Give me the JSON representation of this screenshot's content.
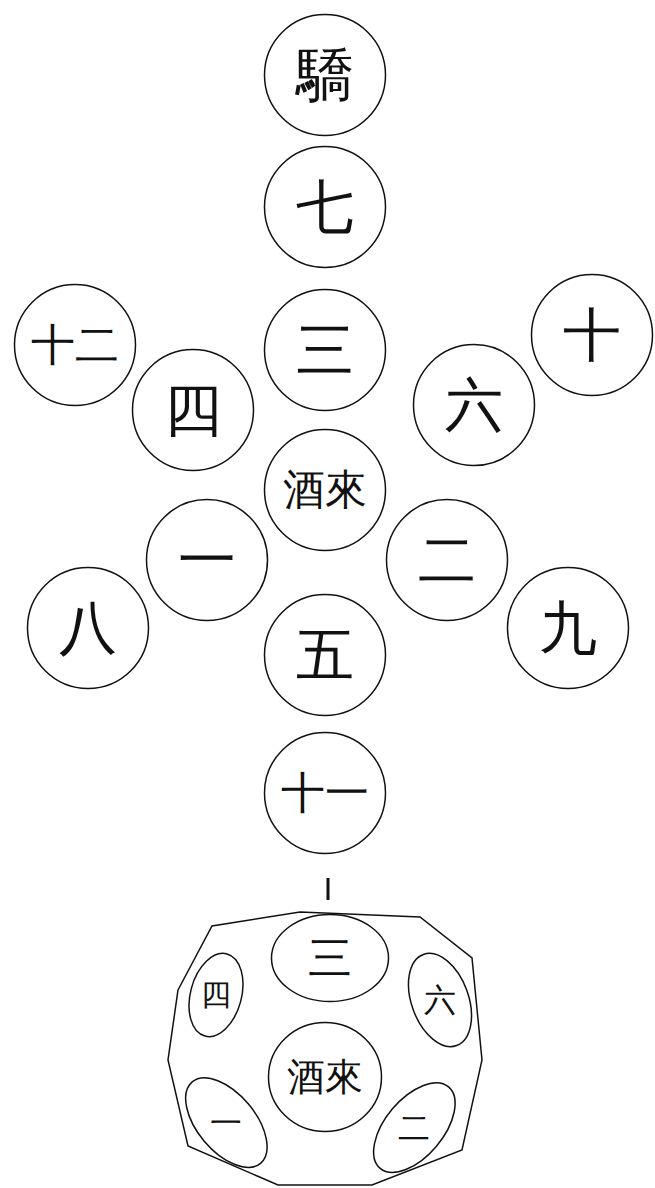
{
  "diagram": {
    "nodes": [
      {
        "text": [
          "驕"
        ]
      },
      {
        "text": [
          "七"
        ]
      },
      {
        "text": [
          "十二"
        ]
      },
      {
        "text": [
          "三"
        ]
      },
      {
        "text": [
          "十"
        ]
      },
      {
        "text": [
          "四"
        ]
      },
      {
        "text": [
          "六"
        ]
      },
      {
        "text": [
          "酒來"
        ]
      },
      {
        "text": [
          "一"
        ]
      },
      {
        "text": [
          "二"
        ]
      },
      {
        "text": [
          "八"
        ]
      },
      {
        "text": [
          "九"
        ]
      },
      {
        "text": [
          "五"
        ]
      },
      {
        "text": [
          "十一"
        ]
      },
      {
        "text": [
          "三"
        ]
      },
      {
        "text": [
          "四"
        ]
      },
      {
        "text": [
          "六"
        ]
      },
      {
        "text": [
          "酒來"
        ]
      },
      {
        "text": [
          "一"
        ]
      },
      {
        "text": [
          "二"
        ]
      }
    ],
    "edges": []
  }
}
